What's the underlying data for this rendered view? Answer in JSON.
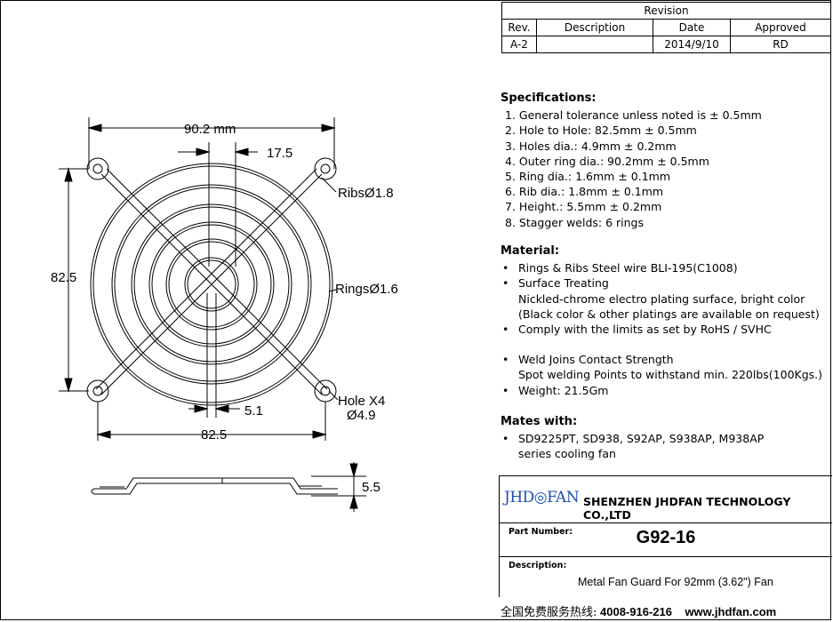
{
  "revision": {
    "title": "Revision",
    "headers": [
      "Rev.",
      "Description",
      "Date",
      "Approved"
    ],
    "row": [
      "A-2",
      "",
      "2014/9/10",
      "RD"
    ]
  },
  "drawing": {
    "dim_top": "90.2 mm",
    "dim_offset": "17.5",
    "dim_left": "82.5",
    "dim_bottom": "82.5",
    "dim_center": "5.1",
    "ribs_label": "Ribs",
    "ribs_value": "1.8",
    "rings_label": "Rings",
    "rings_value": "1.6",
    "hole_label": "Hole X4",
    "hole_value": "4.9",
    "height_value": "5.5",
    "diameter_symbol": "Ø"
  },
  "specifications": {
    "heading": "Specifications:",
    "items": [
      "1.  General tolerance unless noted is ± 0.5mm",
      "2.  Hole to Hole: 82.5mm ± 0.5mm",
      "3.  Holes dia.: 4.9mm ± 0.2mm",
      "4.  Outer ring dia.: 90.2mm ± 0.5mm",
      "5.  Ring  dia.: 1.6mm ± 0.1mm",
      "6.  Rib  dia.: 1.8mm ± 0.1mm",
      "7.  Height.: 5.5mm ± 0.2mm",
      "8.  Stagger welds: 6 rings"
    ]
  },
  "material": {
    "heading": "Material:",
    "bullet": "•",
    "item1": "Rings & Ribs Steel wire BLI-195(C1008)",
    "item2": "Surface Treating",
    "item2_sub1": "Nickled-chrome electro plating surface, bright color",
    "item2_sub2": "(Black color & other platings are available on request)",
    "item3": "Comply with the limits as set by RoHS / SVHC",
    "item4": "Weld Joins Contact Strength",
    "item4_sub": "Spot welding Points to withstand min. 220lbs(100Kgs.)",
    "item5": "Weight: 21.5Gm"
  },
  "mates": {
    "heading": "Mates with:",
    "item": "SD9225PT, SD938, S92AP, S938AP, M938AP",
    "item_sub": "series cooling fan"
  },
  "title_block": {
    "logo": "JHD◎FAN",
    "company": "SHENZHEN JHDFAN TECHNOLOGY CO.,LTD",
    "part_number_label": "Part Number:",
    "part_number": "G92-16",
    "description_label": "Description:",
    "description": "Metal  Fan Guard  For 92mm (3.62\") Fan"
  },
  "footer": {
    "hotline_cn": "全国免费服务热线:",
    "phone": "4008-916-216",
    "website": "www.jhdfan.com"
  }
}
